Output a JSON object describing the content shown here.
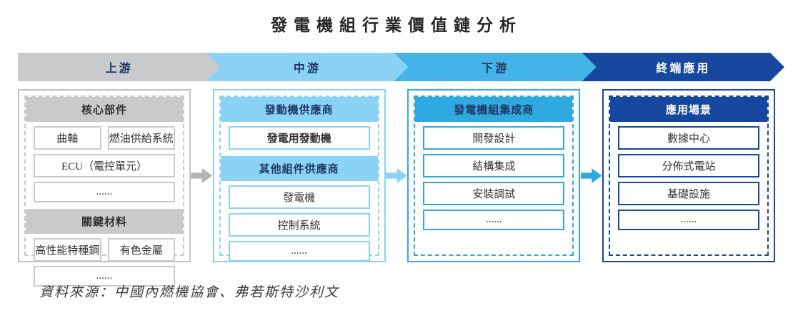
{
  "title": "發電機組行業價值鏈分析",
  "stages": [
    {
      "label": "上游"
    },
    {
      "label": "中游"
    },
    {
      "label": "下游"
    },
    {
      "label": "終端應用"
    }
  ],
  "columns": [
    {
      "stage": "上游",
      "sections": [
        {
          "header": "核心部件",
          "rows": [
            [
              "曲軸",
              "燃油供給系統"
            ],
            [
              "ECU（電控單元）"
            ],
            [
              "......"
            ]
          ]
        },
        {
          "header": "關鍵材料",
          "rows": [
            [
              "高性能特種鋼",
              "有色金屬"
            ],
            [
              "......"
            ]
          ]
        }
      ]
    },
    {
      "stage": "中游",
      "sections": [
        {
          "header": "發動機供應商",
          "rows": [
            [
              "發電用發動機"
            ]
          ]
        },
        {
          "header": "其他組件供應商",
          "rows": [
            [
              "發電機"
            ],
            [
              "控制系統"
            ],
            [
              "......"
            ]
          ]
        }
      ]
    },
    {
      "stage": "下游",
      "sections": [
        {
          "header": "發電機組集成商",
          "rows": [
            [
              "開發設計"
            ],
            [
              "結構集成"
            ],
            [
              "安裝調試"
            ],
            [
              "......"
            ]
          ]
        }
      ]
    },
    {
      "stage": "終端應用",
      "sections": [
        {
          "header": "應用場景",
          "rows": [
            [
              "數據中心"
            ],
            [
              "分佈式電站"
            ],
            [
              "基礎設施"
            ],
            [
              "......"
            ]
          ]
        }
      ]
    }
  ],
  "arrows": [
    "flow-arrow-1",
    "flow-arrow-2",
    "flow-arrow-3"
  ],
  "footer": {
    "source": "資料來源：中國內燃機協會、弗若斯特沙利文"
  },
  "colors": {
    "gray": "#c9cacb",
    "light_blue": "#8bd3f5",
    "blue": "#2fa9e0",
    "navy": "#17479e",
    "band_text_dark": "#1f3864"
  }
}
